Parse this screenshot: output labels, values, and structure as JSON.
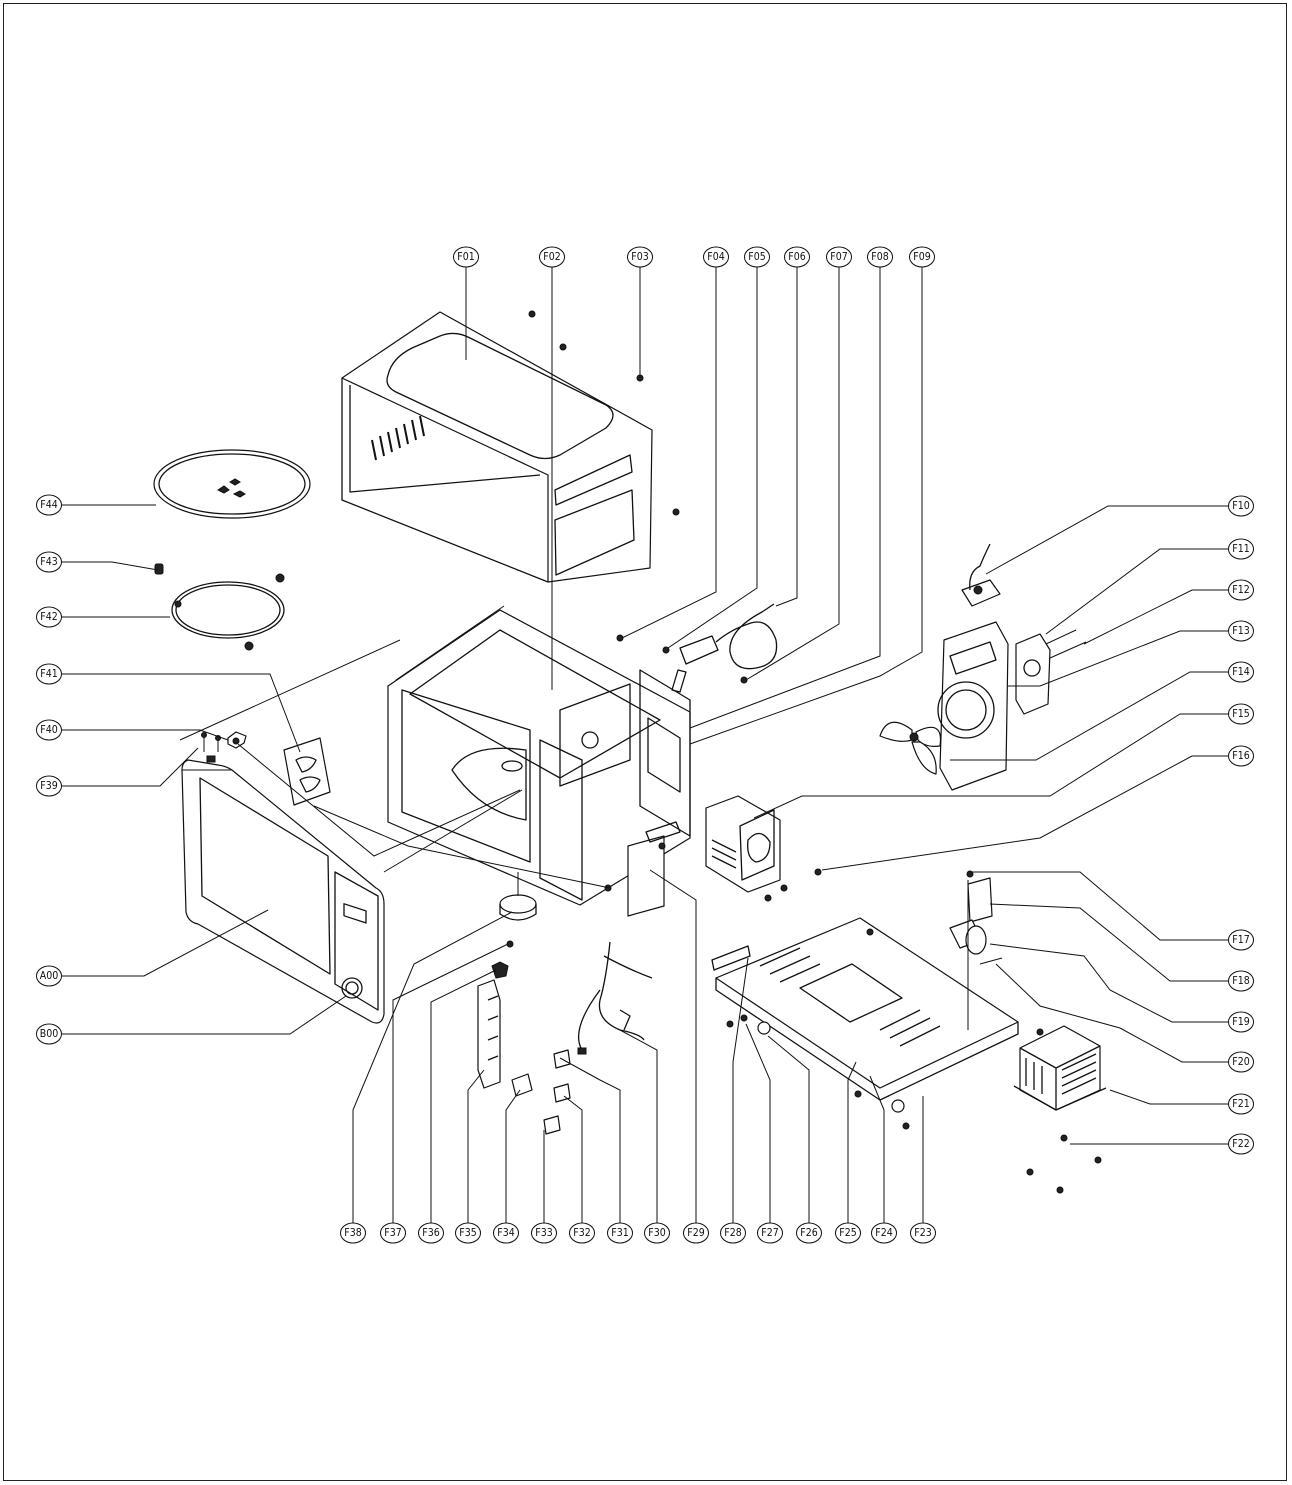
{
  "labels": {
    "F01": "F01",
    "F02": "F02",
    "F03": "F03",
    "F04": "F04",
    "F05": "F05",
    "F06": "F06",
    "F07": "F07",
    "F08": "F08",
    "F09": "F09",
    "F10": "F10",
    "F11": "F11",
    "F12": "F12",
    "F13": "F13",
    "F14": "F14",
    "F15": "F15",
    "F16": "F16",
    "F17": "F17",
    "F18": "F18",
    "F19": "F19",
    "F20": "F20",
    "F21": "F21",
    "F22": "F22",
    "F23": "F23",
    "F24": "F24",
    "F25": "F25",
    "F26": "F26",
    "F27": "F27",
    "F28": "F28",
    "F29": "F29",
    "F30": "F30",
    "F31": "F31",
    "F32": "F32",
    "F33": "F33",
    "F34": "F34",
    "F35": "F35",
    "F36": "F36",
    "F37": "F37",
    "F38": "F38",
    "F39": "F39",
    "F40": "F40",
    "F41": "F41",
    "F42": "F42",
    "F43": "F43",
    "F44": "F44",
    "A00": "A00",
    "B00": "B00"
  }
}
